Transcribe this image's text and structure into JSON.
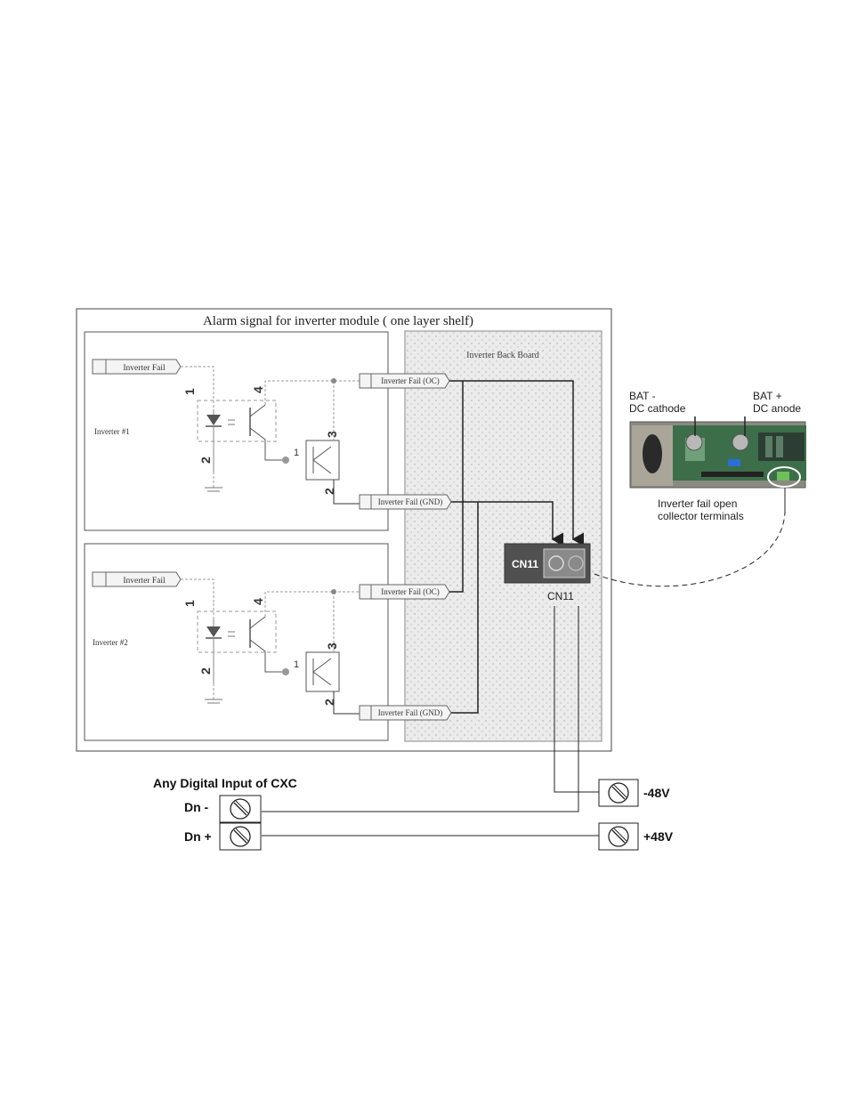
{
  "diagram": {
    "title": "Alarm signal for inverter module ( one layer shelf)",
    "back_board_label": "Inverter Back Board",
    "inverters": [
      {
        "name": "Inverter #1",
        "fail_label": "Inverter Fail",
        "oc_label": "Inverter Fail (OC)",
        "gnd_label": "Inverter Fail (GND)",
        "pins": {
          "led_top": "1",
          "led_bottom": "2",
          "transistor_top": "4",
          "relay_top": "3",
          "relay_left": "1",
          "relay_bottom": "2"
        }
      },
      {
        "name": "Inverter #2",
        "fail_label": "Inverter Fail",
        "oc_label": "Inverter Fail (OC)",
        "gnd_label": "Inverter Fail (GND)",
        "pins": {
          "led_top": "1",
          "led_bottom": "2",
          "transistor_top": "4",
          "relay_top": "3",
          "relay_left": "1",
          "relay_bottom": "2"
        }
      }
    ],
    "connector": {
      "label": "CN11",
      "caption": "CN11"
    },
    "photo": {
      "bat_minus_1": "BAT -",
      "bat_minus_2": "DC cathode",
      "bat_plus_1": "BAT +",
      "bat_plus_2": "DC anode",
      "caption_1": "Inverter fail open",
      "caption_2": "collector terminals"
    },
    "digital_input": {
      "title": "Any Digital Input of CXC",
      "dn_minus": "Dn -",
      "dn_plus": "Dn +",
      "v_minus": "-48V",
      "v_plus": "+48V"
    }
  },
  "colors": {
    "line": "#222222",
    "dashed": "#9a9a9a",
    "board": "#e9e9e9",
    "connector": "#4a4a4a"
  }
}
